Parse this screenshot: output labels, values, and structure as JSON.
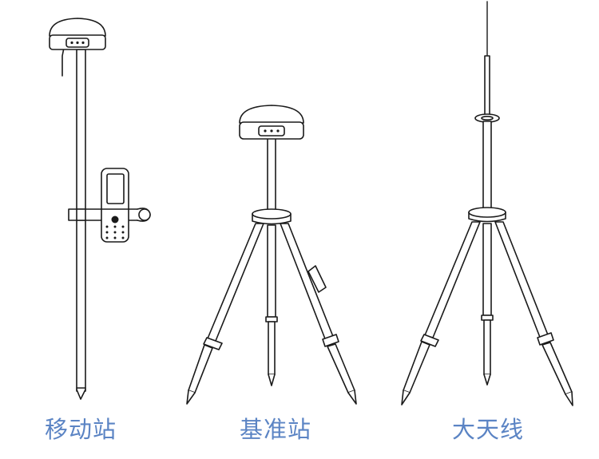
{
  "captions": {
    "rover": "移动站",
    "base": "基准站",
    "antenna": "大天线"
  },
  "colors": {
    "stroke": "#1a1a1a",
    "caption": "#5b84c4",
    "background": "#ffffff"
  }
}
